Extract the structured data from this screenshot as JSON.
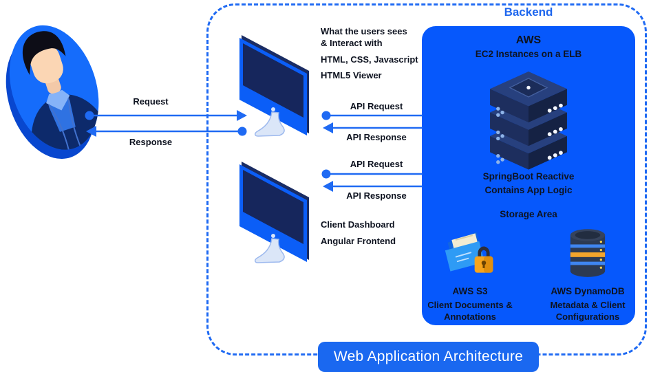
{
  "colors": {
    "accent_blue": "#1f6af3",
    "backend_box_blue": "#0658fc",
    "footer_bar_blue": "#1a68f0",
    "backend_title_blue": "#1d66ee",
    "label_text": "#0e1320",
    "footer_text": "#ffffff",
    "monitor_frame_blue": "#0b5ef7",
    "monitor_screen_navy": "#16265c",
    "server_navy": "#1d2e5e",
    "lock_orange": "#f7a41c",
    "db_band_yellow": "#f2a52c",
    "db_band_blue": "#3f86f0"
  },
  "user_flow": {
    "request_label": "Request",
    "response_label": "Response"
  },
  "frontend": {
    "note_line1": "What the users sees",
    "note_line2": "& Interact with",
    "stack": "HTML, CSS, Javascript",
    "viewer": "HTML5 Viewer",
    "dashboard": "Client Dashboard",
    "framework": "Angular Frontend"
  },
  "api_flow": {
    "request_label": "API Request",
    "response_label": "API Response"
  },
  "backend": {
    "title": "Backend",
    "aws_title": "AWS",
    "aws_subtitle": "EC2 Instances on a ELB",
    "app_name": "SpringBoot Reactive",
    "app_desc": "Contains App Logic",
    "storage_title": "Storage Area",
    "s3": {
      "name": "AWS S3",
      "desc_line1": "Client Documents &",
      "desc_line2": "Annotations"
    },
    "dynamodb": {
      "name": "AWS DynamoDB",
      "desc_line1": "Metadata & Client",
      "desc_line2": "Configurations"
    }
  },
  "footer": {
    "title": "Web Application Architecture"
  }
}
